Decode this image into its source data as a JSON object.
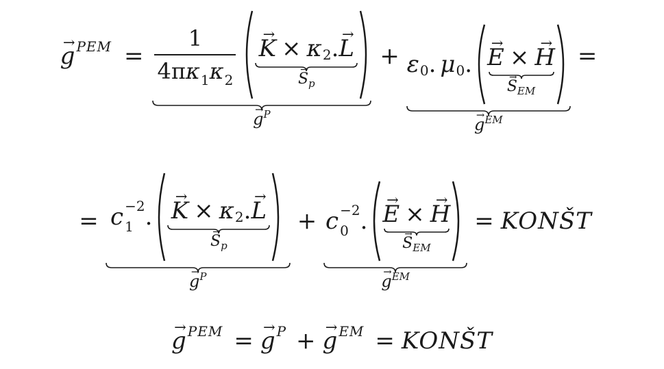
{
  "line1": {
    "lhs": {
      "base": "g",
      "sup": "PEM"
    },
    "eq": "=",
    "frac": {
      "num": "1",
      "den_pre": "4π",
      "kappa": "κ",
      "k1": "1",
      "k2": "2"
    },
    "term1": {
      "K": "K",
      "times": "×",
      "kappa": "κ",
      "k": "2",
      "dot": ".",
      "L": "L",
      "inner_label": {
        "base": "S",
        "sub": "p"
      }
    },
    "outer1": {
      "base": "g",
      "sup": "P"
    },
    "plus": "+",
    "eps": {
      "base": "ε",
      "sub": "0",
      "dot": "."
    },
    "mu": {
      "base": "μ",
      "sub": "0",
      "dot": "."
    },
    "term2": {
      "E": "E",
      "times": "×",
      "H": "H",
      "inner_label": {
        "base": "S",
        "sub": "EM"
      }
    },
    "outer2": {
      "base": "g",
      "sup": "EM"
    },
    "eq_end": "="
  },
  "line2": {
    "eq": "=",
    "c1": {
      "base": "c",
      "sub": "1",
      "sup": "−2",
      "dot": "."
    },
    "term1": {
      "K": "K",
      "times": "×",
      "kappa": "κ",
      "k": "2",
      "dot": ".",
      "L": "L",
      "inner_label": {
        "base": "S",
        "sub": "p"
      }
    },
    "outer1": {
      "base": "g",
      "sup": "P"
    },
    "plus": "+",
    "c0": {
      "base": "c",
      "sub": "0",
      "sup": "−2",
      "dot": "."
    },
    "term2": {
      "E": "E",
      "times": "×",
      "H": "H",
      "inner_label": {
        "base": "S",
        "sub": "EM"
      }
    },
    "outer2": {
      "base": "g",
      "sup": "EM"
    },
    "eq2": "=",
    "konst": "KONŠT"
  },
  "line3": {
    "lhs": {
      "base": "g",
      "sup": "PEM"
    },
    "eq": "=",
    "t1": {
      "base": "g",
      "sup": "P"
    },
    "plus": "+",
    "t2": {
      "base": "g",
      "sup": "EM"
    },
    "eq2": "=",
    "konst": "KONŠT"
  }
}
